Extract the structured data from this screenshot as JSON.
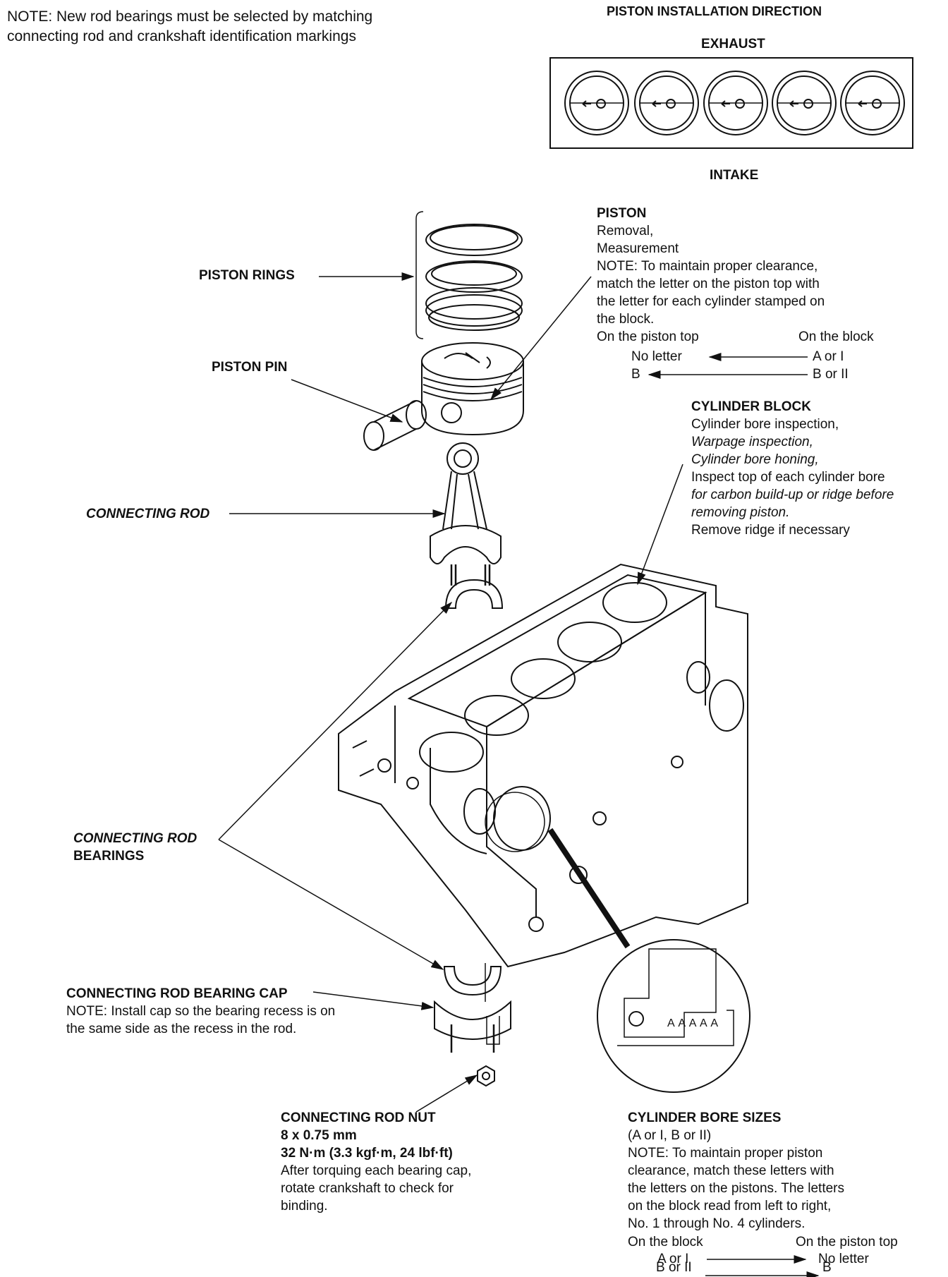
{
  "top_note": {
    "line1": "NOTE:  New rod bearings must be selected by matching",
    "line2": "connecting rod and crankshaft identification markings"
  },
  "install_direction": {
    "title": "PISTON INSTALLATION DIRECTION",
    "exhaust": "EXHAUST",
    "intake": "INTAKE"
  },
  "piston_rings": {
    "label": "PISTON RINGS"
  },
  "piston_pin": {
    "label": "PISTON PIN"
  },
  "connecting_rod": {
    "label": "CONNECTING ROD"
  },
  "rod_bearings": {
    "line1": "CONNECTING ROD",
    "line2": "BEARINGS"
  },
  "bearing_cap": {
    "title": "CONNECTING ROD BEARING CAP",
    "note1": "NOTE:  Install cap so the bearing recess is on",
    "note2": "the same side as the recess in the rod."
  },
  "rod_nut": {
    "title": "CONNECTING ROD NUT",
    "size": "8 x 0.75 mm",
    "torque": "32 N·m (3.3 kgf·m, 24 lbf·ft)",
    "note1": "After torquing each bearing cap,",
    "note2": "rotate crankshaft to check for",
    "note3": "binding."
  },
  "piston": {
    "title": "PISTON",
    "line1": "Removal,",
    "line2": "Measurement",
    "note1": "NOTE:  To maintain proper clearance,",
    "note2": "match the letter on the piston top with",
    "note3": "the letter for each cylinder stamped on",
    "note4": "the block.",
    "col_left": "On the piston top",
    "col_right": "On the block",
    "row1_left": "No letter",
    "row1_right": "A or I",
    "row2_left": "B",
    "row2_right": "B or II"
  },
  "cylinder_block": {
    "title": "CYLINDER BLOCK",
    "line1": "Cylinder bore inspection,",
    "line2": "Warpage inspection,",
    "line3": "Cylinder bore honing,",
    "line4": "Inspect top of each cylinder bore",
    "line5": "for carbon build-up or ridge before",
    "line6": "removing piston.",
    "line7": "Remove ridge if necessary"
  },
  "bore_marks": {
    "stamp": "A A A A A"
  },
  "bore_sizes": {
    "title": "CYLINDER BORE SIZES",
    "sub": "(A or I, B or II)",
    "note1": "NOTE:  To maintain proper piston",
    "note2": "clearance, match these letters with",
    "note3": "the letters on the pistons. The letters",
    "note4": "on the block read from left to right,",
    "note5": "No. 1 through No. 4 cylinders.",
    "col_left": "On the block",
    "col_right": "On the piston top",
    "row1_left": "A or I",
    "row1_right": "No letter",
    "row2_left": "B or II",
    "row2_right": "B"
  }
}
